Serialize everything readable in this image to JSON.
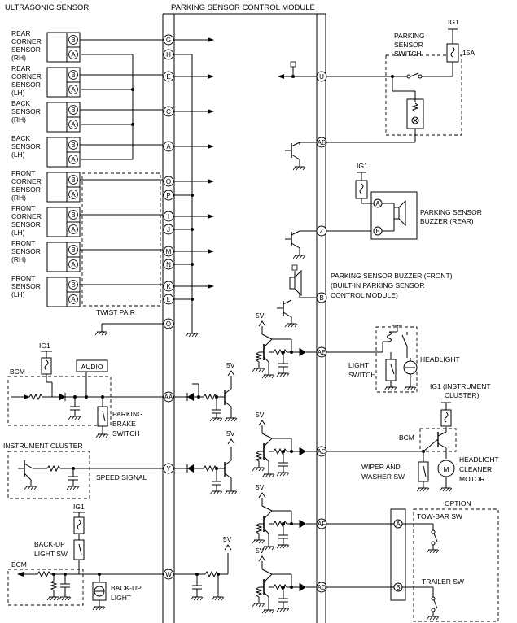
{
  "headers": {
    "ultrasonic": "ULTRASONIC SENSOR",
    "module": "PARKING SENSOR CONTROL MODULE"
  },
  "sensors": [
    {
      "l1": "REAR",
      "l2": "CORNER",
      "l3": "SENSOR",
      "l4": "(RH)",
      "pinB": "B",
      "pinA": "A",
      "mb": "G",
      "ma": "H"
    },
    {
      "l1": "REAR",
      "l2": "CORNER",
      "l3": "SENSOR",
      "l4": "(LH)",
      "pinB": "B",
      "pinA": "A",
      "mb": "E",
      "ma": ""
    },
    {
      "l1": "BACK",
      "l2": "SENSOR",
      "l3": "(RH)",
      "l4": "",
      "pinB": "B",
      "pinA": "A",
      "mb": "C",
      "ma": ""
    },
    {
      "l1": "BACK",
      "l2": "SENSOR",
      "l3": "(LH)",
      "l4": "",
      "pinB": "B",
      "pinA": "A",
      "mb": "A",
      "ma": ""
    },
    {
      "l1": "FRONT",
      "l2": "CORNER",
      "l3": "SENSOR",
      "l4": "(RH)",
      "pinB": "B",
      "pinA": "A",
      "mb": "O",
      "ma": "P"
    },
    {
      "l1": "FRONT",
      "l2": "CORNER",
      "l3": "SENSOR",
      "l4": "(LH)",
      "pinB": "B",
      "pinA": "A",
      "mb": "I",
      "ma": "J"
    },
    {
      "l1": "FRONT",
      "l2": "SENSOR",
      "l3": "(RH)",
      "l4": "",
      "pinB": "B",
      "pinA": "A",
      "mb": "M",
      "ma": "N"
    },
    {
      "l1": "FRONT",
      "l2": "SENSOR",
      "l3": "(LH)",
      "l4": "",
      "pinB": "B",
      "pinA": "A",
      "mb": "K",
      "ma": "L"
    }
  ],
  "twist_pair": "TWIST PAIR",
  "ground_pin": "Q",
  "left_pins": {
    "aa": "AA",
    "y": "Y",
    "w": "W"
  },
  "right_pins": {
    "u": "U",
    "ab": "AB",
    "z": "Z",
    "b": "B",
    "ae": "AE",
    "ac": "AC",
    "af": "AF",
    "ad": "AD"
  },
  "ig1": "IG1",
  "five_v": "5V",
  "fuse": "15A",
  "labels": {
    "pss1": "PARKING",
    "pss2": "SENSOR",
    "pss3": "SWITCH",
    "buzr1": "PARKING SENSOR",
    "buzr2": "BUZZER (REAR)",
    "buzf1": "PARKING SENSOR BUZZER (FRONT)",
    "buzf2": "(BUILT-IN PARKING SENSOR",
    "buzf3": "CONTROL MODULE)",
    "headlight": "HEADLIGHT",
    "ls1": "LIGHT",
    "ls2": "SWITCH",
    "igc1": "IG1 (INSTRUMENT",
    "igc2": "CLUSTER)",
    "bcm": "BCM",
    "audio": "AUDIO",
    "pb1": "PARKING",
    "pb2": "BRAKE",
    "pb3": "SWITCH",
    "ic": "INSTRUMENT CLUSTER",
    "speed": "SPEED SIGNAL",
    "ww1": "WIPER AND",
    "ww2": "WASHER SW",
    "hc1": "HEADLIGHT",
    "hc2": "CLEANER",
    "hc3": "MOTOR",
    "option": "OPTION",
    "towbar": "TOW-BAR SW",
    "trailer": "TRAILER SW",
    "bu1": "BACK-UP",
    "bu2": "LIGHT SW",
    "bl1": "BACK-UP",
    "bl2": "LIGHT",
    "m": "M"
  }
}
